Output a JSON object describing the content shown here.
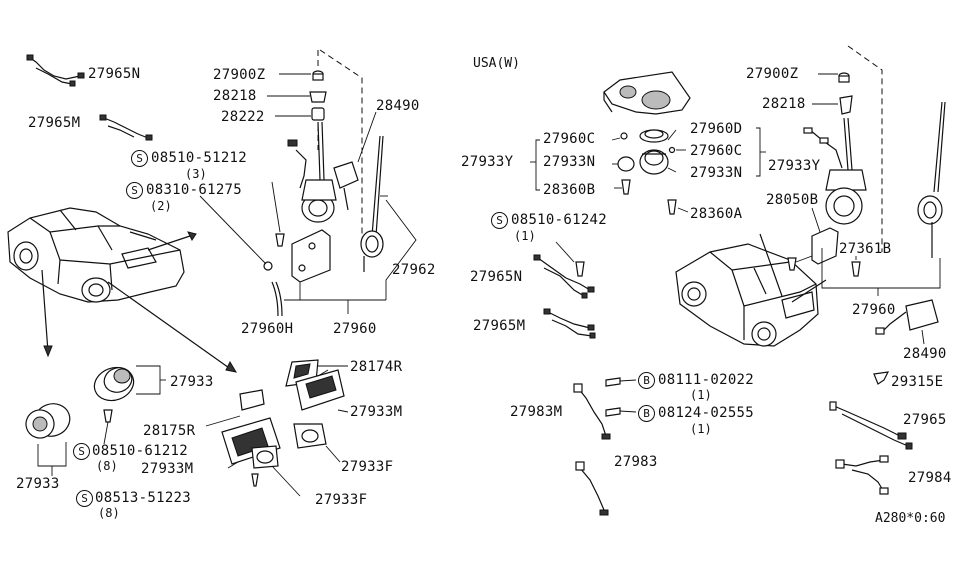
{
  "header": {
    "region": "USA(W)",
    "figure_code": "A280*0:60"
  },
  "labels": {
    "l27965N_left": "27965N",
    "l27965M_left": "27965M",
    "l27900Z_left": "27900Z",
    "l28218_left": "28218",
    "l28222": "28222",
    "l28490_left": "28490",
    "l08510_51212": "08510-51212",
    "q3": "(3)",
    "l08310_61275": "08310-61275",
    "q2": "(2)",
    "l27962": "27962",
    "l27960H": "27960H",
    "l27960_left": "27960",
    "l27933_a": "27933",
    "l28174R": "28174R",
    "l28175R": "28175R",
    "l27933M_a": "27933M",
    "l27933M_b": "27933M",
    "l08510_61212": "08510-61212",
    "q8a": "(8)",
    "l27933F_a": "27933F",
    "l27933F_b": "27933F",
    "l27933_b": "27933",
    "l08513_51223": "08513-51223",
    "q8b": "(8)",
    "l27960C_a": "27960C",
    "l27960D": "27960D",
    "l27933Y_left": "27933Y",
    "l27933N_a": "27933N",
    "l27960C_b": "27960C",
    "l27933N_b": "27933N",
    "l27933Y_right": "27933Y",
    "l28360B": "28360B",
    "l28360A": "28360A",
    "l08510_61242": "08510-61242",
    "q1a": "(1)",
    "l27965N_mid": "27965N",
    "l27965M_mid": "27965M",
    "l08111_02022": "08111-02022",
    "q1b": "(1)",
    "l27983M": "27983M",
    "l08124_02555": "08124-02555",
    "q1c": "(1)",
    "l27983": "27983",
    "l27900Z_right": "27900Z",
    "l28218_right": "28218",
    "l28050B": "28050B",
    "l27361B": "27361B",
    "l27960_right": "27960",
    "l28490_right": "28490",
    "l29315E": "29315E",
    "l27965": "27965",
    "l27984": "27984"
  },
  "symbols": {
    "screw": "S",
    "bolt": "B"
  }
}
